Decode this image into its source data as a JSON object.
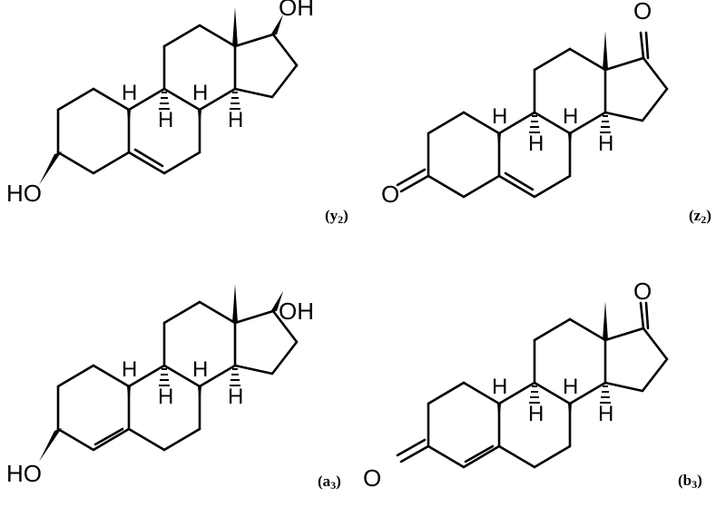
{
  "atom_labels": {
    "hydroxyl": "OH",
    "hydroxyl_left": "HO",
    "oxygen": "O",
    "hydrogen": "H"
  },
  "panels": [
    {
      "id": "y2",
      "label_main": "(y",
      "label_sub": "2",
      "label_close": ")"
    },
    {
      "id": "z2",
      "label_main": "(z",
      "label_sub": "2",
      "label_close": ")"
    },
    {
      "id": "a3",
      "label_main": "(a",
      "label_sub": "3",
      "label_close": ")"
    },
    {
      "id": "b3",
      "label_main": "(b",
      "label_sub": "3",
      "label_close": ")"
    }
  ]
}
